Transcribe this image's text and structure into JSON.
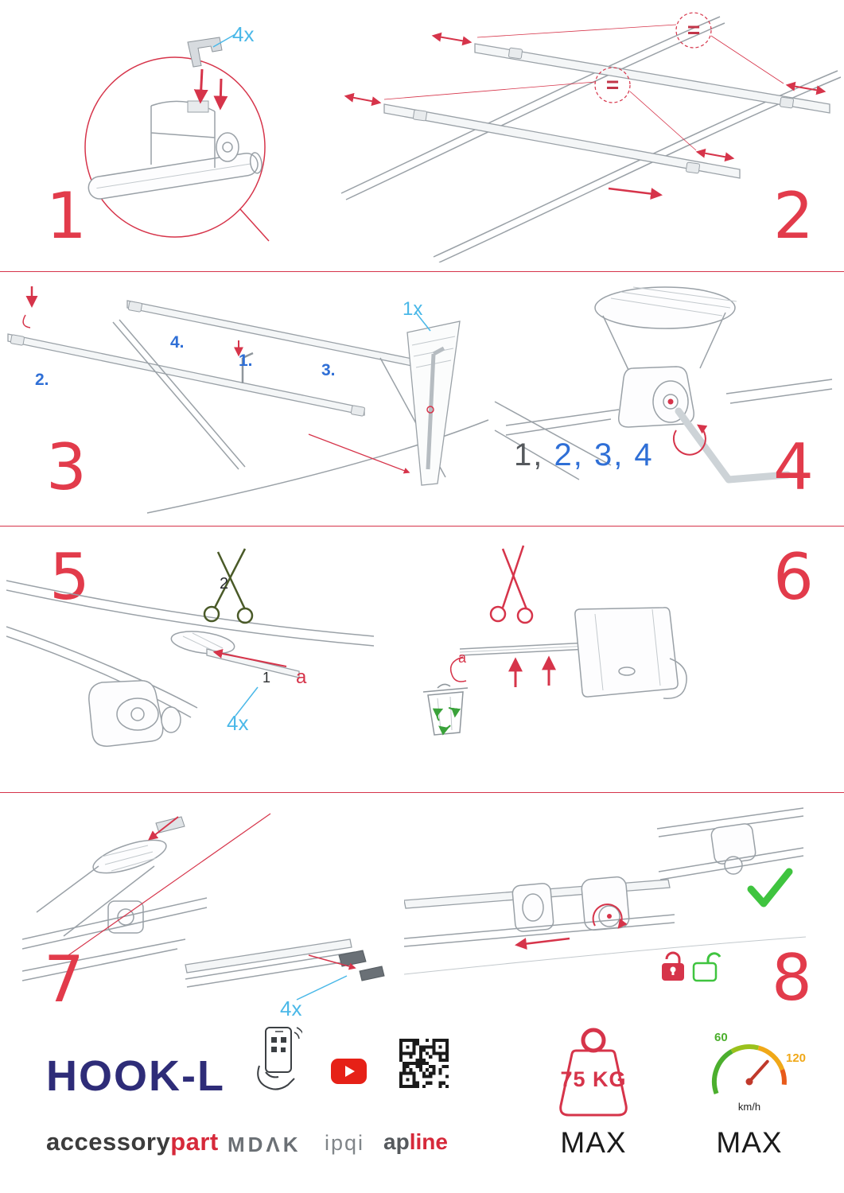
{
  "colors": {
    "accent_red": "#d6344a",
    "light_blue": "#4ab8e8",
    "dark_blue": "#2f6fd6",
    "brand_navy": "#2e2c78",
    "brand_red": "#d6293a",
    "status_green": "#3fc43f",
    "gauge_green": "#4caf2e",
    "gauge_orange": "#f0a818"
  },
  "steps": {
    "s1": {
      "number": "1",
      "qty": "4x"
    },
    "s2": {
      "number": "2",
      "equal_top": "=",
      "equal_mid": "="
    },
    "s3": {
      "number": "3",
      "label_1": "1.",
      "label_2": "2.",
      "label_3": "3.",
      "label_4": "4.",
      "qty": "1x"
    },
    "s4": {
      "number": "4",
      "seq_first": "1",
      "seq_sep": ", ",
      "seq_rest": "2, 3, 4"
    },
    "s5": {
      "number": "5",
      "cut_label": "2",
      "strip_num": "1",
      "strip_letter": "a",
      "qty": "4x"
    },
    "s6": {
      "number": "6",
      "strip_letter": "a"
    },
    "s7": {
      "number": "7",
      "qty": "4x"
    },
    "s8": {
      "number": "8"
    }
  },
  "footer": {
    "product": "HOOK-L",
    "brand_gray": "accessory",
    "brand_red": "part",
    "logo_mdak": "MDΛK",
    "logo_ipqi": "ipqi",
    "apline_gray": "ap",
    "apline_red": "line",
    "weight_value": "75 KG",
    "weight_max": "MAX",
    "speed_min": "60",
    "speed_high": "120",
    "speed_unit": "km/h",
    "speed_max": "MAX"
  }
}
